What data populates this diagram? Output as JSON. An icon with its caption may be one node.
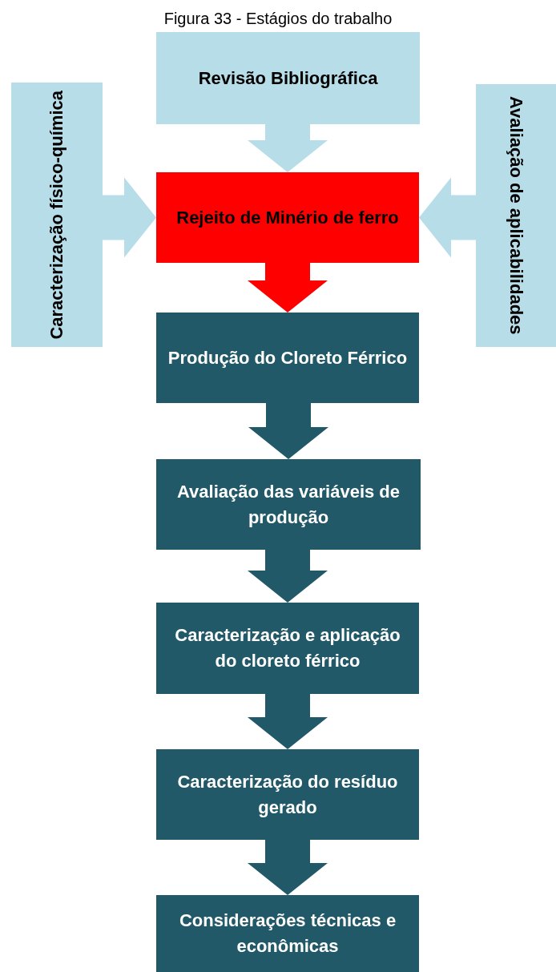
{
  "diagram": {
    "title": "Figura 33 - Estágios do trabalho",
    "nodes": [
      {
        "text": [
          "Revisão Bibliográfica"
        ]
      },
      {
        "text": [
          "Caracterização físico-química"
        ]
      },
      {
        "text": [
          "Rejeito de Minério de ferro"
        ]
      },
      {
        "text": [
          "Avaliação de aplicabilidades"
        ]
      },
      {
        "text": [
          "Produção do Cloreto Férrico"
        ]
      },
      {
        "text": [
          "Avaliação das variáveis de produção"
        ]
      },
      {
        "text": [
          "Caracterização e aplicação do cloreto férrico"
        ]
      },
      {
        "text": [
          "Caracterização do resíduo gerado"
        ]
      },
      {
        "text": [
          "Considerações técnicas e econômicas"
        ]
      }
    ],
    "edges": [
      {
        "from": 0,
        "to": 2,
        "arrow": "to",
        "color": "#b7dde8"
      },
      {
        "from": 1,
        "to": 2,
        "arrow": "to",
        "color": "#b7dde8"
      },
      {
        "from": 3,
        "to": 2,
        "arrow": "to",
        "color": "#b7dde8"
      },
      {
        "from": 2,
        "to": 4,
        "arrow": "to",
        "color": "#ff0000"
      },
      {
        "from": 4,
        "to": 5,
        "arrow": "to"
      },
      {
        "from": 5,
        "to": 6,
        "arrow": "to"
      },
      {
        "from": 6,
        "to": 7,
        "arrow": "to"
      },
      {
        "from": 7,
        "to": 8,
        "arrow": "to"
      }
    ]
  }
}
